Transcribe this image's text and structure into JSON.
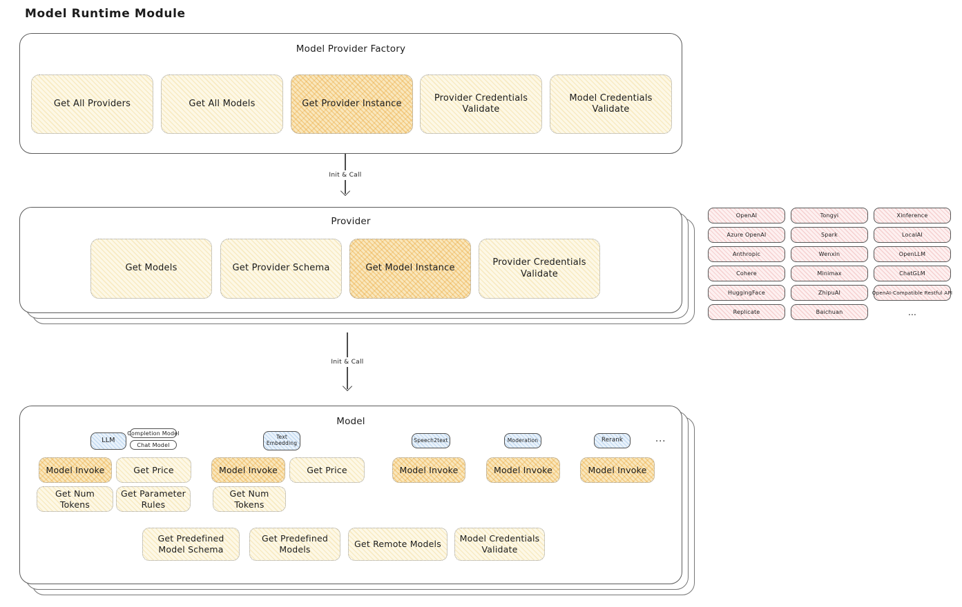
{
  "page": {
    "title": "Model Runtime Module"
  },
  "colors": {
    "box_cream_fill": "#fdf8e6",
    "box_highlight_fill": "#f9e7bd",
    "provider_chip_fill": "#fdf0f0",
    "tag_blue_fill": "#e9f2fb",
    "stroke_dark": "#4a4a4a"
  },
  "factory": {
    "title": "Model Provider Factory",
    "items": [
      {
        "label": "Get All Providers",
        "highlight": false
      },
      {
        "label": "Get All Models",
        "highlight": false
      },
      {
        "label": "Get Provider Instance",
        "highlight": true
      },
      {
        "label": "Provider Credentials Validate",
        "highlight": false
      },
      {
        "label": "Model Credentials Validate",
        "highlight": false
      }
    ]
  },
  "arrows": {
    "factory_to_provider": "Init & Call",
    "provider_to_model": "Init & Call"
  },
  "provider": {
    "title": "Provider",
    "items": [
      {
        "label": "Get Models",
        "highlight": false
      },
      {
        "label": "Get Provider Schema",
        "highlight": false
      },
      {
        "label": "Get Model Instance",
        "highlight": true
      },
      {
        "label": "Provider Credentials Validate",
        "highlight": false
      }
    ]
  },
  "providers_panel": {
    "items": [
      "OpenAI",
      "Tongyi",
      "Xinference",
      "Azure OpenAI",
      "Spark",
      "LocalAI",
      "Anthropic",
      "Wenxin",
      "OpenLLM",
      "Cohere",
      "Minimax",
      "ChatGLM",
      "HuggingFace",
      "ZhipuAI",
      "OpenAI-Compatible Restful API",
      "Replicate",
      "Baichuan"
    ],
    "more": "..."
  },
  "model": {
    "title": "Model",
    "tags": {
      "llm": "LLM",
      "completion_model": "Completion Model",
      "chat_model": "Chat Model",
      "text_embedding": "Text Embedding",
      "speech2text": "Speech2text",
      "moderation": "Moderation",
      "rerank": "Rerank",
      "more": "..."
    },
    "ops": {
      "model_invoke": "Model Invoke",
      "get_price": "Get Price",
      "get_num_tokens": "Get Num Tokens",
      "get_parameter_rules": "Get Parameter Rules"
    },
    "bottom": [
      {
        "label": "Get Predefined Model Schema"
      },
      {
        "label": "Get Predefined Models"
      },
      {
        "label": "Get Remote Models"
      },
      {
        "label": "Model Credentials Validate"
      }
    ]
  }
}
